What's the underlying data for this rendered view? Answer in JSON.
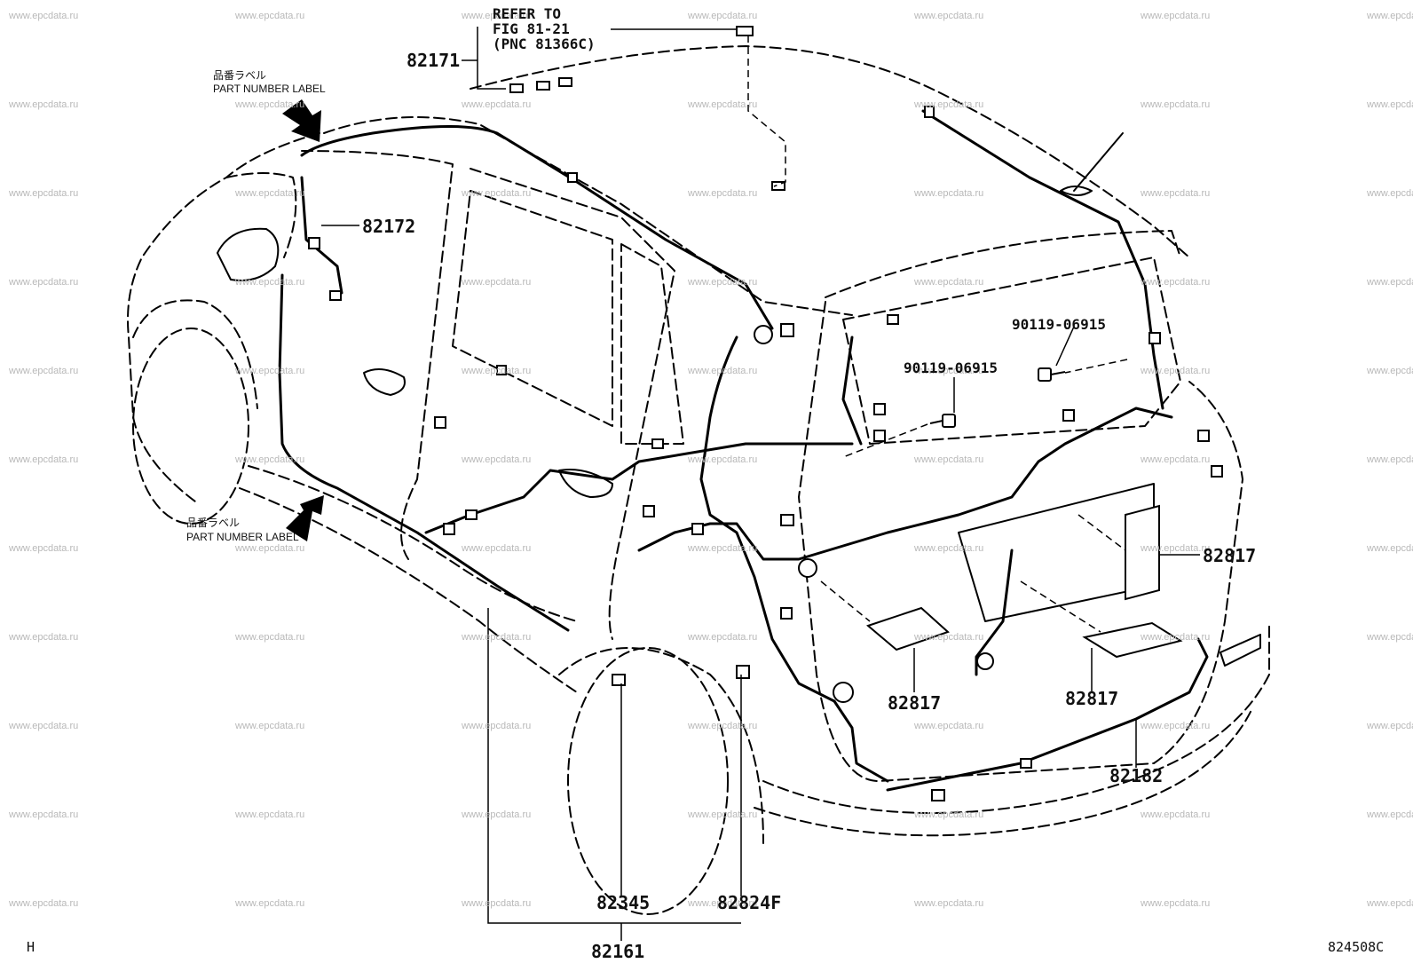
{
  "watermark": "www.epcdata.ru",
  "refer_note": {
    "line1": "REFER TO",
    "line2": "FIG 81-21",
    "line3": "(PNC 81366C)"
  },
  "part_number_label": {
    "jp": "品番ラベル",
    "en": "PART NUMBER LABEL"
  },
  "callouts": {
    "p82171": "82171",
    "p82172": "82172",
    "p90119_a": "90119-06915",
    "p90119_b": "90119-06915",
    "p82817_a": "82817",
    "p82817_b": "82817",
    "p82817_c": "82817",
    "p82182": "82182",
    "p82345": "82345",
    "p82824F": "82824F",
    "p82161": "82161"
  },
  "footer": {
    "left_mark": "H",
    "diagram_code": "824508C"
  }
}
